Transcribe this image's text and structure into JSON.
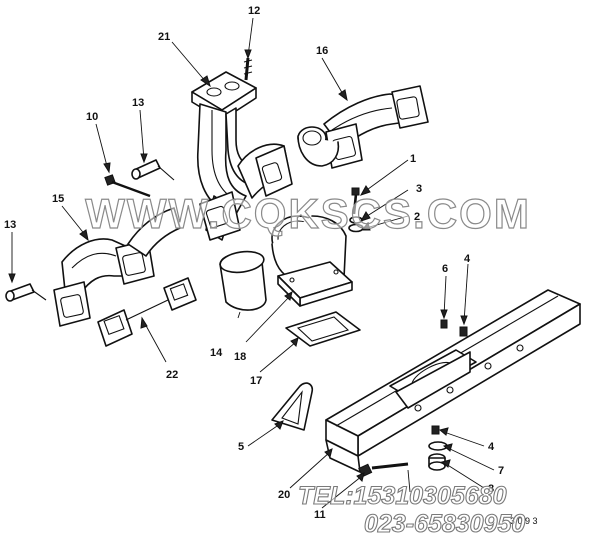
{
  "diagram": {
    "callouts": {
      "c1": "1",
      "c2": "2",
      "c3": "3",
      "c4a": "4",
      "c4b": "4",
      "c5": "5",
      "c6": "6",
      "c7": "7",
      "c8": "8",
      "c10": "10",
      "c11": "11",
      "c12": "12",
      "c13a": "13",
      "c13b": "13",
      "c14": "14",
      "c15": "15",
      "c16": "16",
      "c17": "17",
      "c18": "18",
      "c20": "20",
      "c21": "21",
      "c22": "22"
    },
    "corner_mark": "3 0 9 3"
  },
  "watermark": {
    "site": "WWW.CQKSCS.COM",
    "tel": "TEL:15310305680",
    "phone2": "023-65830950"
  }
}
